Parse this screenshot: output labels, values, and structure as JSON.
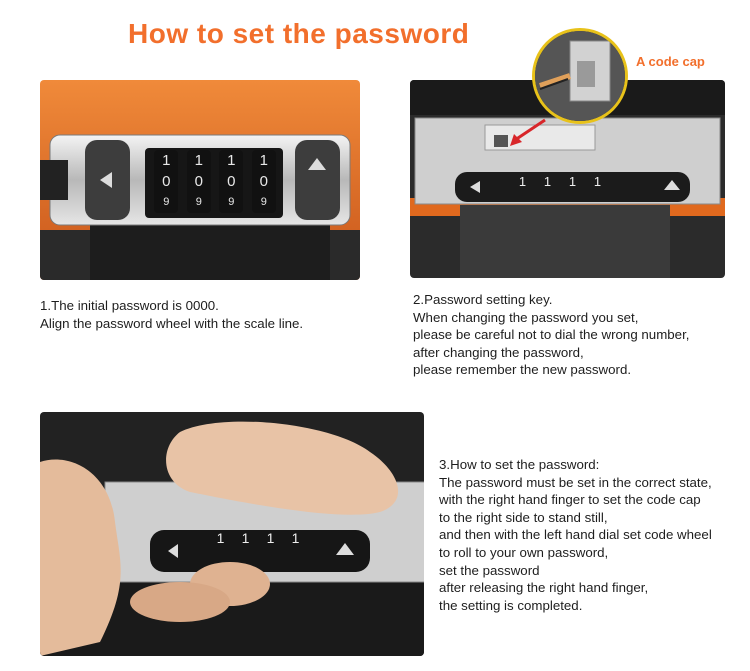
{
  "title": "How to set the password",
  "callout": {
    "label": "A code cap"
  },
  "steps": [
    {
      "lines": [
        "1.The initial password is 0000.",
        "Align the password wheel with the scale line."
      ]
    },
    {
      "lines": [
        "2.Password setting key.",
        "When changing the password you set,",
        "please be careful not to dial the wrong number,",
        "after changing the password,",
        "please remember the new password."
      ]
    },
    {
      "lines": [
        "3.How to set the password:",
        "The password must be set in the correct state,",
        "with the right hand finger to set the code cap",
        "to the right side to stand still,",
        "and then with the left hand dial set code wheel",
        "to roll to your own password,",
        "set the password",
        "after releasing the right hand finger,",
        "the setting is completed."
      ]
    }
  ],
  "photo1": {
    "digits_top": [
      "1",
      "1",
      "1",
      "1"
    ],
    "digits_mid": [
      "0",
      "0",
      "0",
      "0"
    ],
    "digits_bot": [
      "9",
      "9",
      "9",
      "9"
    ]
  },
  "photo2": {
    "digits": [
      "1",
      "1",
      "1",
      "1"
    ]
  },
  "photo3": {
    "digits": [
      "1",
      "1",
      "1",
      "1"
    ]
  },
  "colors": {
    "accent": "#f26f2c",
    "case_orange": "#e0691e",
    "callout_ring": "#e8c21a"
  }
}
